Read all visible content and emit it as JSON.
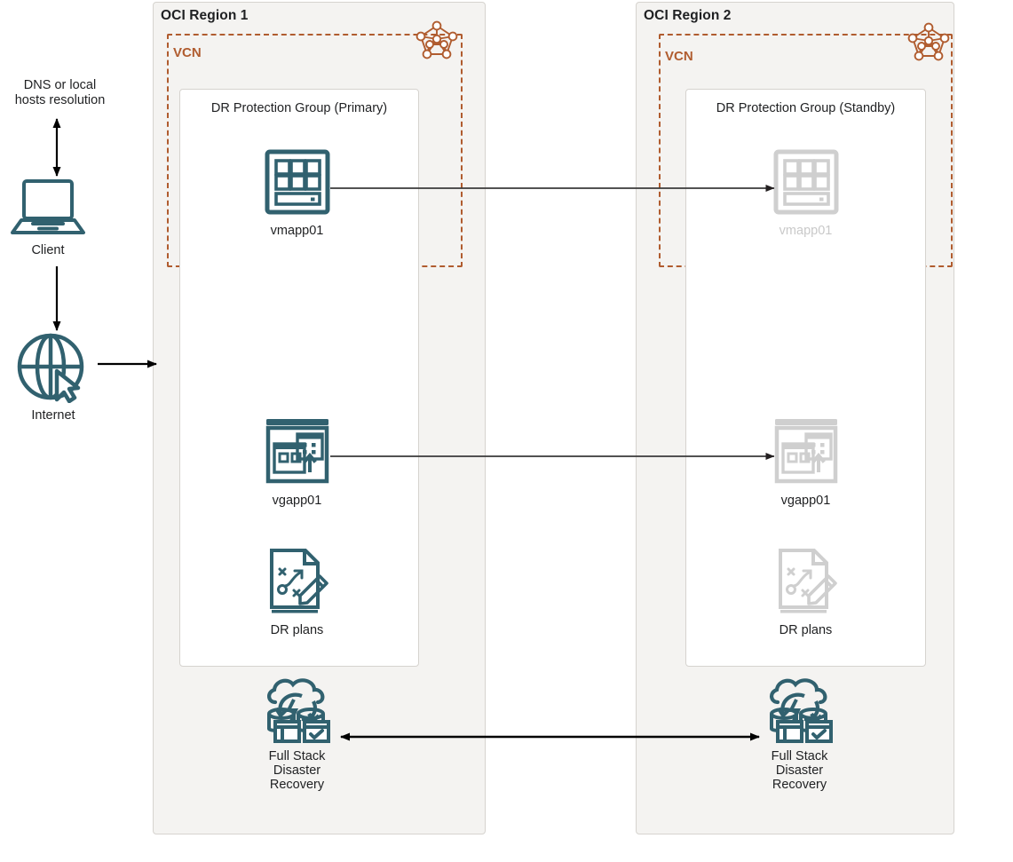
{
  "diagram": {
    "title": "OCI Full Stack Disaster Recovery architecture",
    "colors": {
      "teal": "#31616f",
      "vcn_orange": "#b05c2f",
      "region_fill": "#f4f3f1",
      "region_border": "#d6d3cf",
      "dimmed_gray": "#c9c9c9",
      "text": "#1f2022",
      "arrow": "#000000"
    }
  },
  "left_column": {
    "dns_text": "DNS or local\nhosts resolution",
    "client": {
      "label": "Client",
      "icon": "laptop-icon"
    },
    "internet": {
      "label": "Internet",
      "icon": "globe-cursor-icon"
    }
  },
  "region1": {
    "title": "OCI Region 1",
    "vcn": {
      "label": "VCN",
      "icon": "vcn-pentagon-icon"
    },
    "protection_group": {
      "title": "DR Protection Group (Primary)",
      "nodes": [
        {
          "label": "vmapp01",
          "icon": "compute-instance-icon",
          "state": "active"
        },
        {
          "label": "vgapp01",
          "icon": "volume-group-icon",
          "state": "active"
        },
        {
          "label": "DR plans",
          "icon": "dr-plan-document-icon",
          "state": "active"
        }
      ]
    },
    "service": {
      "label": "Full Stack\nDisaster\nRecovery",
      "icon": "full-stack-dr-icon"
    }
  },
  "region2": {
    "title": "OCI Region 2",
    "vcn": {
      "label": "VCN",
      "icon": "vcn-pentagon-icon"
    },
    "protection_group": {
      "title": "DR Protection Group (Standby)",
      "nodes": [
        {
          "label": "vmapp01",
          "icon": "compute-instance-icon",
          "state": "dimmed"
        },
        {
          "label": "vgapp01",
          "icon": "volume-group-icon",
          "state": "standby"
        },
        {
          "label": "DR plans",
          "icon": "dr-plan-document-icon",
          "state": "standby"
        }
      ]
    },
    "service": {
      "label": "Full Stack\nDisaster\nRecovery",
      "icon": "full-stack-dr-icon"
    }
  },
  "connectors": [
    {
      "name": "dns-to-client",
      "style": "double-arrow-vertical"
    },
    {
      "name": "client-to-internet",
      "style": "single-arrow-down"
    },
    {
      "name": "internet-to-region1",
      "style": "single-arrow-right"
    },
    {
      "name": "vmapp01-replication",
      "style": "single-arrow-right"
    },
    {
      "name": "vgapp01-replication",
      "style": "single-arrow-right"
    },
    {
      "name": "fsdr-peering",
      "style": "double-arrow-horizontal"
    }
  ]
}
